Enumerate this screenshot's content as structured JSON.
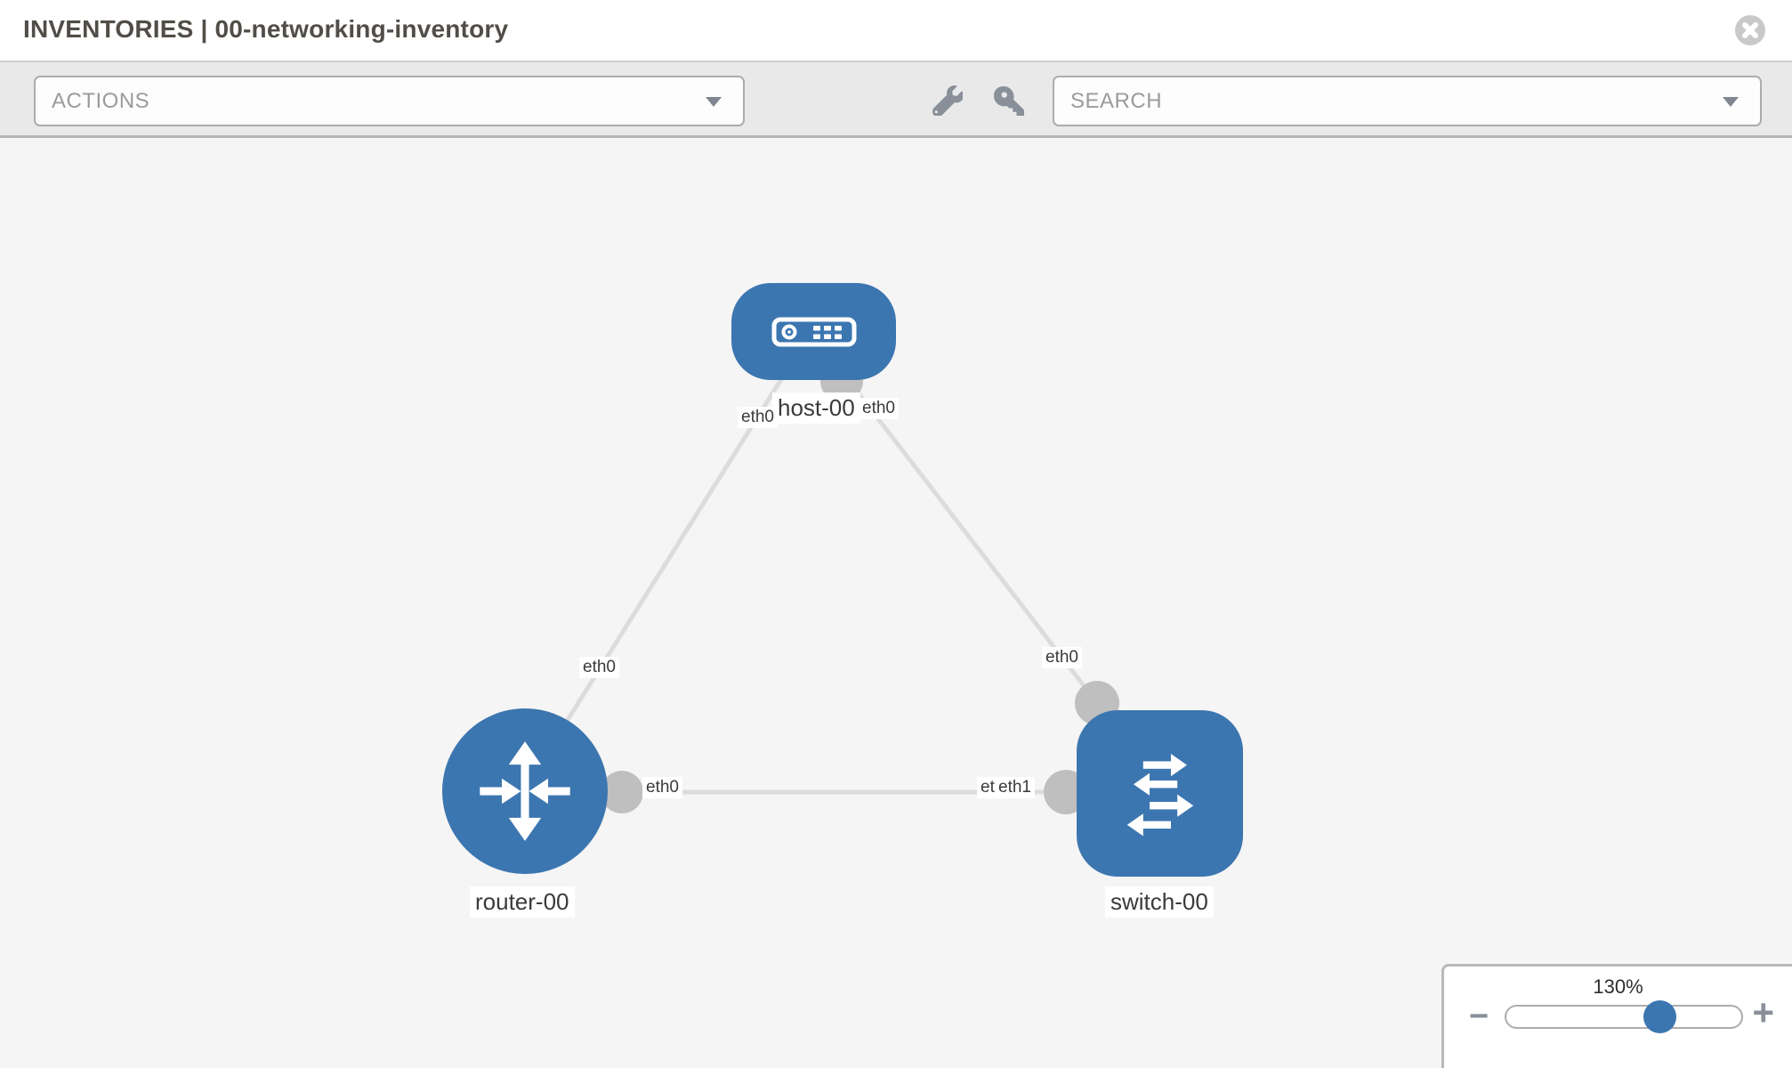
{
  "header": {
    "title": "INVENTORIES | 00-networking-inventory"
  },
  "toolbar": {
    "actions_dropdown": {
      "label": "ACTIONS"
    },
    "tools": [
      {
        "icon": "wrench-icon"
      },
      {
        "icon": "key-icon"
      }
    ],
    "search_dropdown": {
      "placeholder": "SEARCH"
    }
  },
  "topology": {
    "nodes": [
      {
        "id": "host-00",
        "label": "host-00",
        "type": "host"
      },
      {
        "id": "router-00",
        "label": "router-00",
        "type": "router"
      },
      {
        "id": "switch-00",
        "label": "switch-00",
        "type": "switch"
      }
    ],
    "edges": [
      {
        "from": "host-00",
        "to": "router-00",
        "from_interface": "eth0",
        "to_interface": "eth0"
      },
      {
        "from": "host-00",
        "to": "switch-00",
        "from_interface": "eth0",
        "to_interface": "eth0"
      },
      {
        "from": "router-00",
        "to": "switch-00",
        "from_interface": "eth0",
        "to_interface": "eth1"
      }
    ],
    "interface_labels": {
      "host_router_at_host": "eth0",
      "host_router_at_router": "eth0",
      "host_switch_at_host": "eth0",
      "host_switch_at_switch": "eth0",
      "router_switch_at_router": "eth0",
      "router_switch_at_switch_hidden": "eth0",
      "router_switch_at_switch": "eth1"
    }
  },
  "zoom_control": {
    "level_label": "130%",
    "percent": 130,
    "minus_label": "−",
    "plus_label": "+"
  },
  "colors": {
    "node_blue": "#3C76B0",
    "edge_gray": "#DCDCDC",
    "connector_gray": "#BFBFBF",
    "toolbar_bg": "#E9E9E9",
    "canvas_bg": "#F5F5F5"
  }
}
